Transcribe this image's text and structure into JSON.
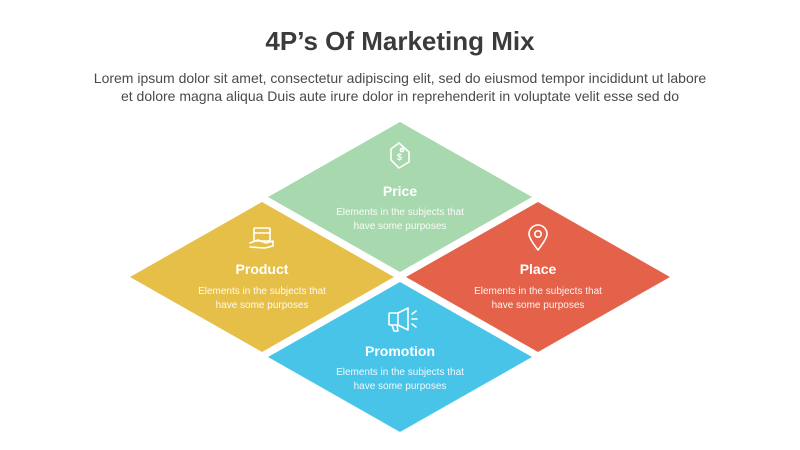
{
  "header": {
    "title": "4P’s Of Marketing Mix",
    "subtitle_line1": "Lorem ipsum dolor sit amet, consectetur adipiscing elit, sed do eiusmod tempor incididunt ut labore",
    "subtitle_line2": "et dolore magna aliqua Duis aute irure dolor in reprehenderit in voluptate velit esse sed do"
  },
  "segments": {
    "price": {
      "title": "Price",
      "desc_line1": "Elements in the subjects that",
      "desc_line2": "have some purposes",
      "color": "#a8d8ad",
      "icon": "price-tag-icon"
    },
    "product": {
      "title": "Product",
      "desc_line1": "Elements in the subjects that",
      "desc_line2": "have some purposes",
      "color": "#e6bf48",
      "icon": "product-box-icon"
    },
    "place": {
      "title": "Place",
      "desc_line1": "Elements in the subjects that",
      "desc_line2": "have some purposes",
      "color": "#e4614a",
      "icon": "location-pin-icon"
    },
    "promotion": {
      "title": "Promotion",
      "desc_line1": "Elements in the subjects that",
      "desc_line2": "have some purposes",
      "color": "#48c4e8",
      "icon": "megaphone-icon"
    }
  }
}
